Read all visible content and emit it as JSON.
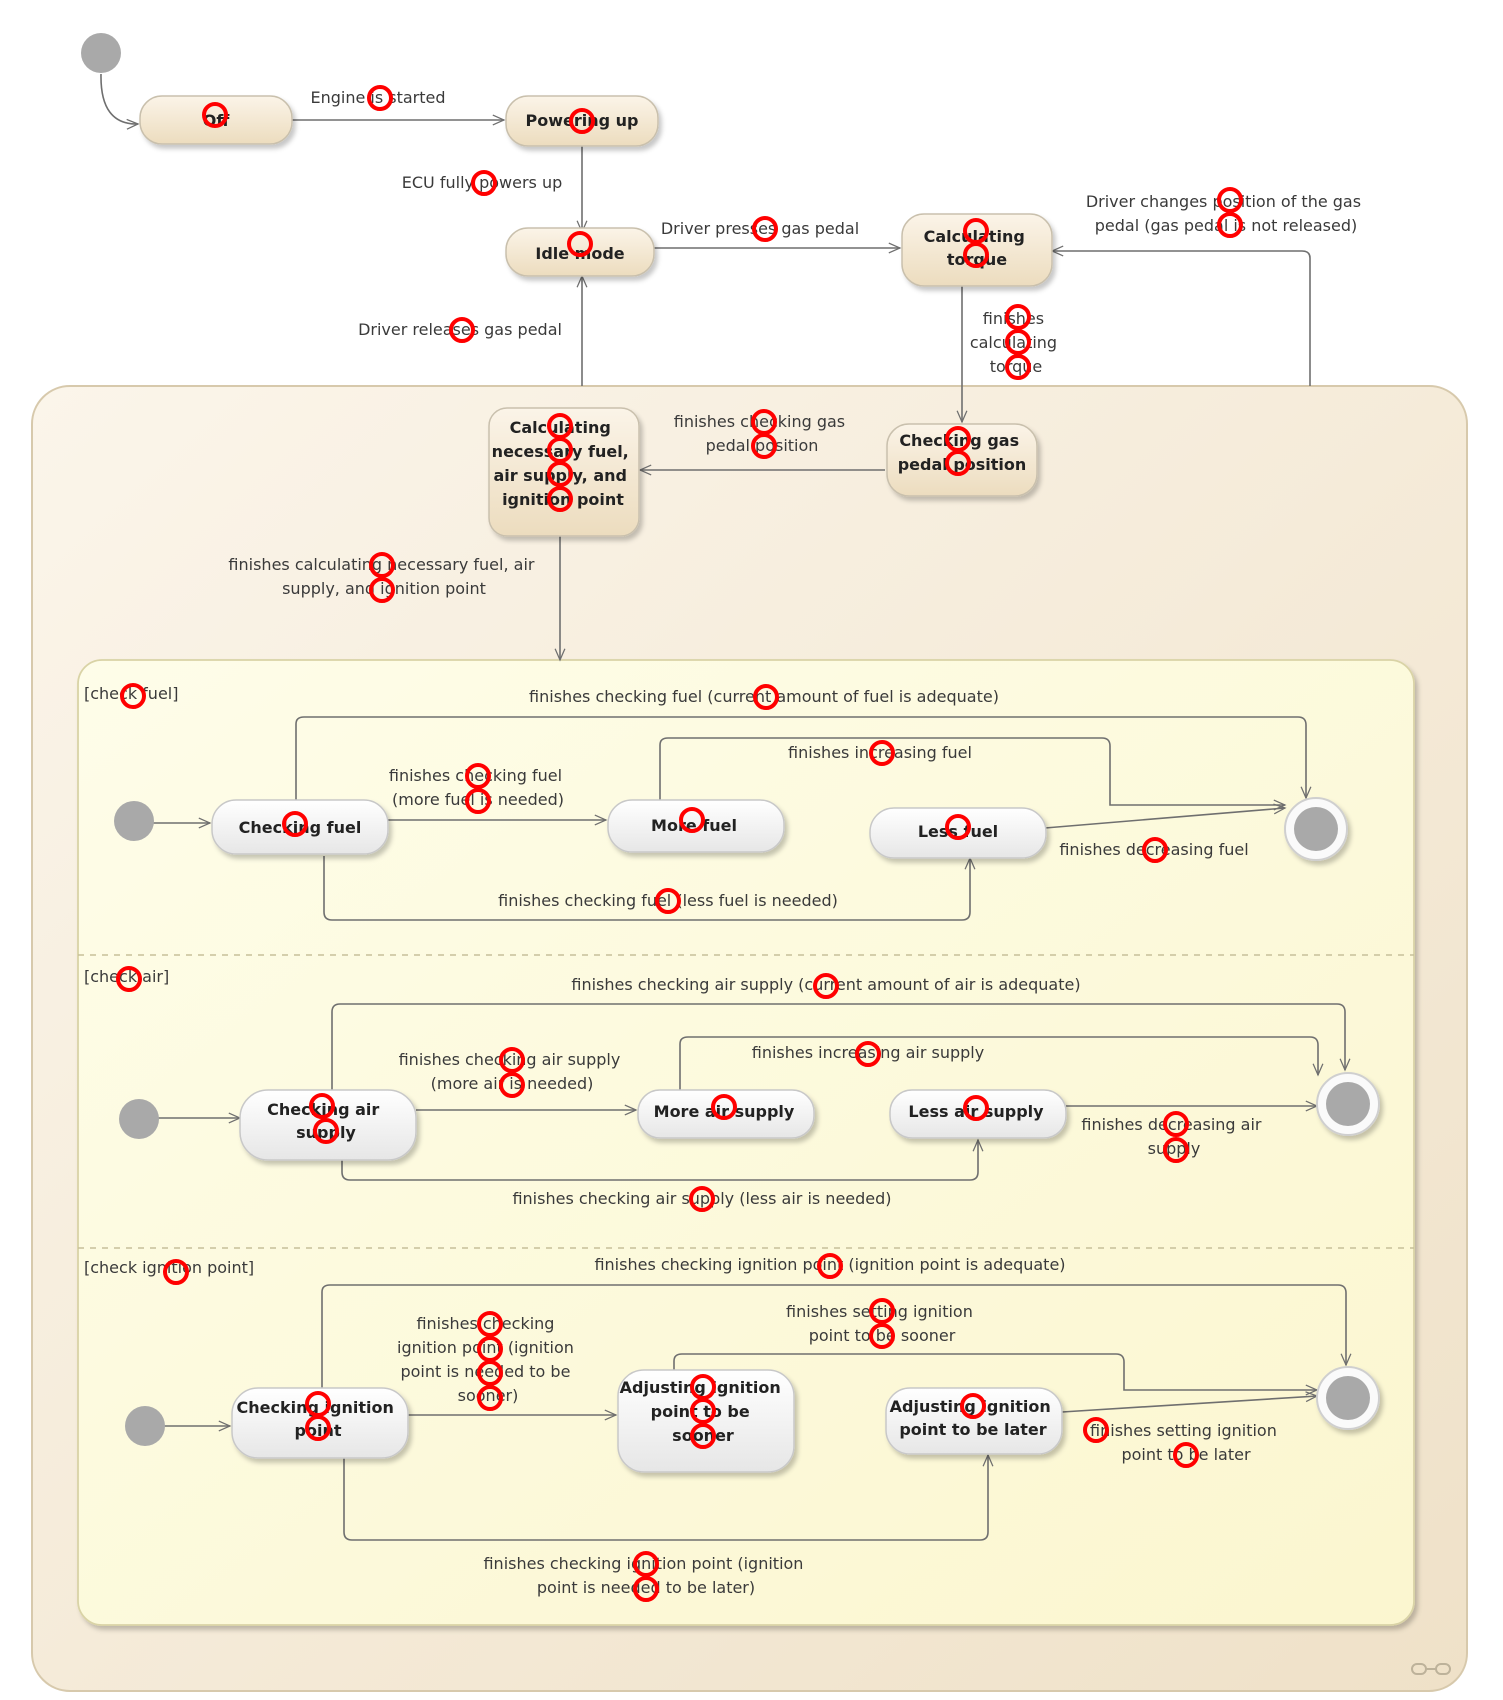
{
  "states": {
    "off": "Off",
    "powering_up": [
      "Powering up"
    ],
    "idle_mode": [
      "Idle mode"
    ],
    "calc_torque": [
      "Calculating",
      "torque"
    ],
    "check_gas": [
      "Checking gas",
      "pedal position"
    ],
    "calc_fuel": [
      "Calculating",
      "necessary fuel,",
      "air supply, and",
      "ignition point"
    ],
    "checking_fuel": [
      "Checking fuel"
    ],
    "more_fuel": [
      "More fuel"
    ],
    "less_fuel": [
      "Less fuel"
    ],
    "checking_air": [
      "Checking air",
      "supply"
    ],
    "more_air": [
      "More air supply"
    ],
    "less_air": [
      "Less air supply"
    ],
    "checking_ign": [
      "Checking ignition",
      "point"
    ],
    "adj_sooner": [
      "Adjusting ignition",
      "point to be",
      "sooner"
    ],
    "adj_later": [
      "Adjusting ignition",
      "point to be later"
    ]
  },
  "regions": {
    "fuel": "[check fuel]",
    "air": "[check air]",
    "ignition": "[check ignition point]"
  },
  "transitions": {
    "engine_started": [
      "Engine is started"
    ],
    "ecu_powers_up": [
      "ECU fully powers up"
    ],
    "presses_gas": [
      "Driver presses gas pedal"
    ],
    "changes_gas": [
      "Driver changes position of the gas",
      "pedal (gas pedal is not released)"
    ],
    "finishes_calc_torque": [
      "finishes",
      "calculating",
      "torque"
    ],
    "finishes_check_gas": [
      "finishes checking gas",
      "pedal position"
    ],
    "releases_gas": [
      "Driver releases gas pedal"
    ],
    "finishes_calc_fuel": [
      "finishes calculating necessary fuel, air",
      "supply, and ignition point"
    ],
    "fuel_adequate": [
      "finishes checking fuel (current amount of fuel is adequate)"
    ],
    "fuel_more": [
      "finishes checking fuel",
      "(more fuel is needed)"
    ],
    "fuel_increasing": [
      "finishes increasing fuel"
    ],
    "fuel_decreasing": [
      "finishes decreasing fuel"
    ],
    "fuel_less": [
      "finishes checking fuel (less fuel is needed)"
    ],
    "air_adequate": [
      "finishes checking air supply (current amount of air is adequate)"
    ],
    "air_more": [
      "finishes checking air supply",
      "(more air is needed)"
    ],
    "air_increasing": [
      "finishes increasing air supply"
    ],
    "air_decreasing": [
      "finishes decreasing air",
      "supply"
    ],
    "air_less": [
      "finishes checking air supply (less air is needed)"
    ],
    "ign_adequate": [
      "finishes checking ignition point (ignition point is adequate)"
    ],
    "ign_sooner": [
      "finishes checking",
      "ignition point (ignition",
      "point is needed to be",
      "sooner)"
    ],
    "ign_set_sooner": [
      "finishes setting ignition",
      "point to be sooner"
    ],
    "ign_set_later": [
      "finishes setting ignition",
      "point to be later"
    ],
    "ign_later": [
      "finishes checking ignition point (ignition",
      "point is needed to be later)"
    ]
  },
  "colors": {
    "tan_state": "#f3e6cf",
    "composite_bg": "#f6ecd9",
    "region_bg": "#fdfbd8",
    "marker": "#ff0000",
    "edge": "#6f6f6f",
    "pseudo_state": "#a9a9a9"
  }
}
